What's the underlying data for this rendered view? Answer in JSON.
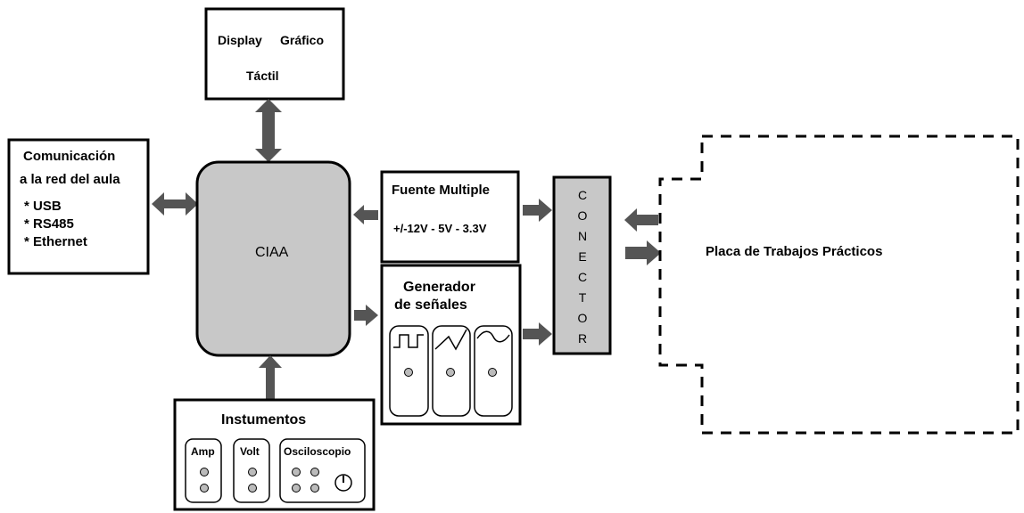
{
  "display": {
    "line1a": "Display",
    "line1b": "Gráfico",
    "line2": "Táctil"
  },
  "communication": {
    "title1": "Comunicación",
    "title2": "a la red del aula",
    "items": [
      "* USB",
      "* RS485",
      "* Ethernet"
    ]
  },
  "ciaa": {
    "label": "CIAA"
  },
  "power_supply": {
    "title": "Fuente Multiple",
    "voltages": "+/-12V - 5V - 3.3V"
  },
  "signal_generator": {
    "title1": "Generador",
    "title2": "de señales",
    "waveforms": [
      "square-wave-icon",
      "triangle-wave-icon",
      "sine-wave-icon"
    ]
  },
  "connector": {
    "letters": [
      "C",
      "O",
      "N",
      "E",
      "C",
      "T",
      "O",
      "R"
    ]
  },
  "practice_board": {
    "label": "Placa de Trabajos Prácticos"
  },
  "instruments": {
    "title": "Instumentos",
    "amp": "Amp",
    "volt": "Volt",
    "scope": "Osciloscopio"
  },
  "colors": {
    "block_fill": "#c8c8c8",
    "arrow": "#555555",
    "stroke": "#000000"
  }
}
